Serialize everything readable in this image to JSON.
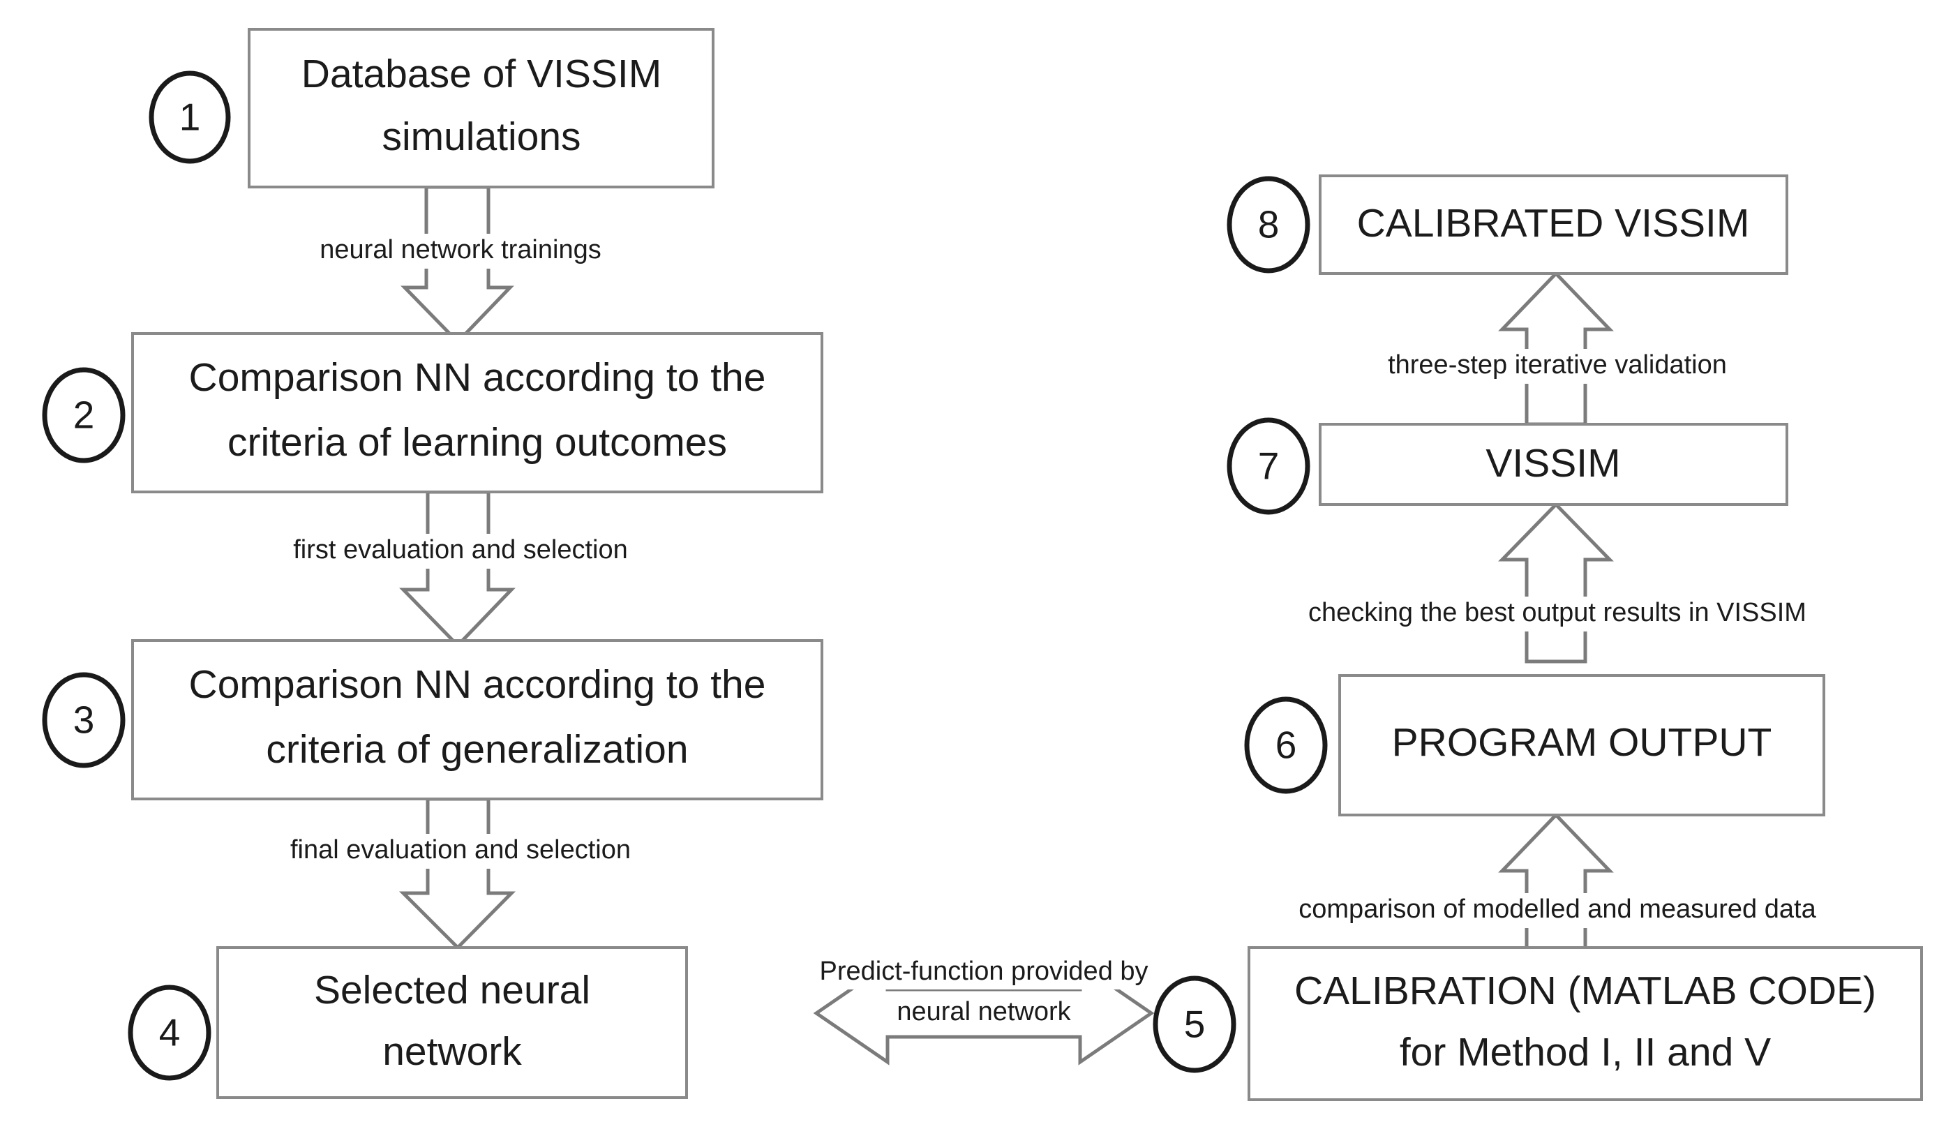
{
  "diagram": {
    "title": "VISSIM neural-network calibration workflow",
    "colors": {
      "box_stroke": "#8a8a8a",
      "circle_stroke": "#1a1a1a",
      "arrow_stroke": "#7b7b7b",
      "text": "#1b1b1b",
      "background": "#ffffff"
    },
    "nodes": [
      {
        "number": "1",
        "line1": "Database of VISSIM",
        "line2": "simulations",
        "style": "sentence-case"
      },
      {
        "number": "2",
        "line1": "Comparison NN according to the",
        "line2": "criteria of learning outcomes",
        "style": "sentence-case"
      },
      {
        "number": "3",
        "line1": "Comparison NN according to the",
        "line2": "criteria of generalization",
        "style": "sentence-case"
      },
      {
        "number": "4",
        "line1": "Selected neural",
        "line2": "network",
        "style": "sentence-case"
      },
      {
        "number": "5",
        "line1": "CALIBRATION (MATLAB CODE)",
        "line2": "for Method I, II and V",
        "style": "upper-case"
      },
      {
        "number": "6",
        "line1": "PROGRAM OUTPUT",
        "line2": "",
        "style": "upper-case"
      },
      {
        "number": "7",
        "line1": "VISSIM",
        "line2": "",
        "style": "upper-case"
      },
      {
        "number": "8",
        "line1": "CALIBRATED VISSIM",
        "line2": "",
        "style": "upper-case"
      }
    ],
    "edges": [
      {
        "id": "edge-1-2",
        "from": "1",
        "to": "2",
        "direction": "down",
        "label_line1": "neural network trainings",
        "label_line2": ""
      },
      {
        "id": "edge-2-3",
        "from": "2",
        "to": "3",
        "direction": "down",
        "label_line1": "first evaluation and selection",
        "label_line2": ""
      },
      {
        "id": "edge-3-4",
        "from": "3",
        "to": "4",
        "direction": "down",
        "label_line1": "final evaluation and selection",
        "label_line2": ""
      },
      {
        "id": "edge-4-5",
        "from": "4",
        "to": "5",
        "direction": "bidirectional-horizontal",
        "label_line1": "Predict-function provided by",
        "label_line2": "neural network"
      },
      {
        "id": "edge-5-6",
        "from": "5",
        "to": "6",
        "direction": "up",
        "label_line1": "comparison of modelled and measured data",
        "label_line2": ""
      },
      {
        "id": "edge-6-7",
        "from": "6",
        "to": "7",
        "direction": "up",
        "label_line1": "checking the best output results in VISSIM",
        "label_line2": ""
      },
      {
        "id": "edge-7-8",
        "from": "7",
        "to": "8",
        "direction": "up",
        "label_line1": "three-step iterative validation",
        "label_line2": ""
      }
    ]
  }
}
